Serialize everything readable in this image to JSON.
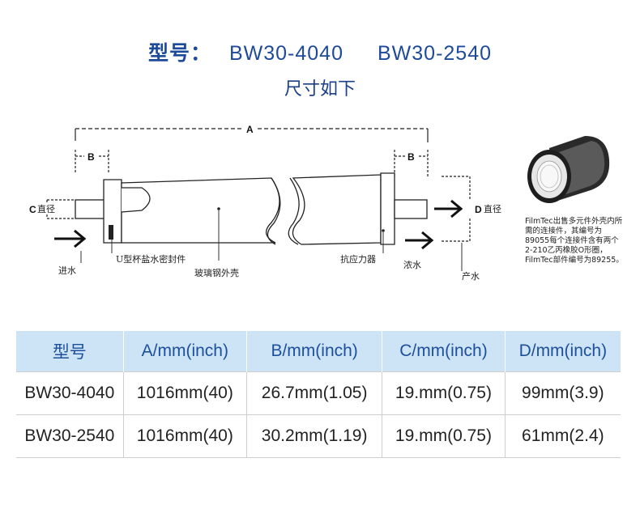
{
  "header": {
    "model_label": "型号：",
    "model_1": "BW30-4040",
    "model_2": "BW30-2540",
    "subtitle": "尺寸如下"
  },
  "diagram": {
    "dim_a": "A",
    "dim_b_left": "B",
    "dim_b_right": "B",
    "dim_c": "C",
    "dim_c_text": "直径",
    "dim_d": "D",
    "dim_d_text": "直径",
    "inlet": "进水",
    "u_seal": "U型杯盐水密封件",
    "shell": "玻璃钢外壳",
    "anti_telescoping": "抗应力器",
    "concentrate": "浓水",
    "product": "产水",
    "connector_note": "FilmTec出售多元件外壳内所需的连接件，其编号为89055每个连接件含有两个2-210乙丙橡胶O形圈，FilmTec部件编号为89255。"
  },
  "table": {
    "headers": [
      "型号",
      "A/mm(inch)",
      "B/mm(inch)",
      "C/mm(inch)",
      "D/mm(inch)"
    ],
    "rows": [
      [
        "BW30-4040",
        "1016mm(40)",
        "26.7mm(1.05)",
        "19.mm(0.75)",
        "99mm(3.9)"
      ],
      [
        "BW30-2540",
        "1016mm(40)",
        "30.2mm(1.19)",
        "19.mm(0.75)",
        "61mm(2.4)"
      ]
    ]
  }
}
